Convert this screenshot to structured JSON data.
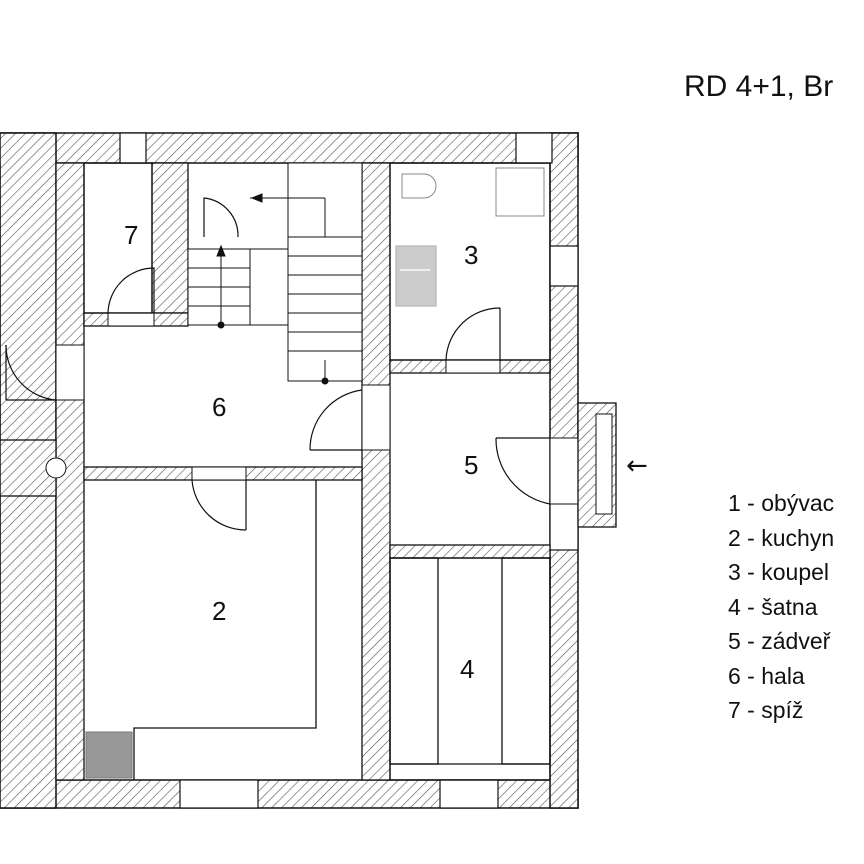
{
  "title": "RD 4+1, Br",
  "entrance_arrow": "←",
  "rooms": [
    "7",
    "3",
    "6",
    "5",
    "2",
    "4"
  ],
  "legend": [
    "1 - obývac",
    "2 - kuchyn",
    "3 - koupel",
    "4 - šatna",
    "5 - zádveř",
    "6 - hala",
    "7 - spíž"
  ]
}
